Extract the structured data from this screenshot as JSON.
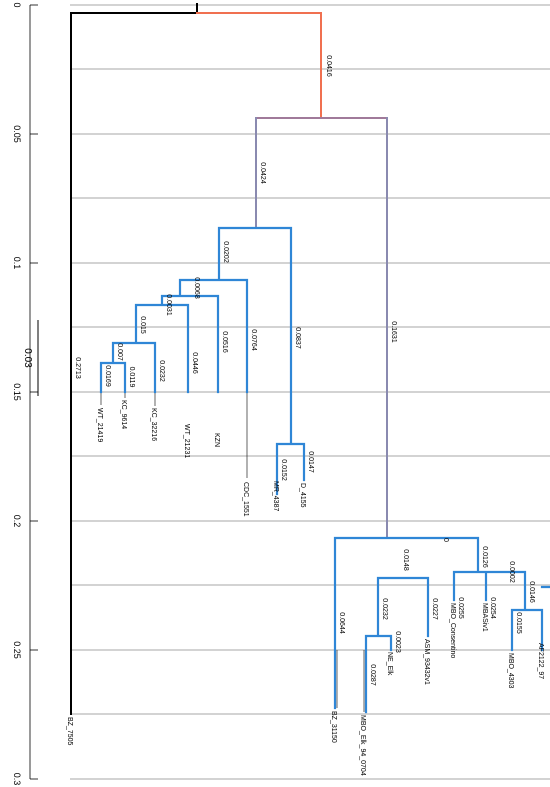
{
  "axis": {
    "ticks": [
      "0",
      "0.05",
      "0.1",
      "0.15",
      "0.2",
      "0.25",
      "0.3"
    ],
    "scale_bar_label": "0.03"
  },
  "colors": {
    "root": "#000000",
    "upper": "#f07050",
    "mid": "#9a7a9a",
    "clade": "#2f86d6",
    "grid": "#7f7f7f",
    "leader": "#333333"
  },
  "tree": {
    "leaves": [
      "BZ_7505",
      "WT_21419",
      "KC_9614",
      "KC_32216",
      "WT_21231",
      "KZN",
      "CDC_1551",
      "MR_4387",
      "D_4155",
      "BZ_31150",
      "MBO_Elk_94_0704",
      "NE_Elk",
      "ASM_93432v1",
      "MBO_Consentino",
      "MBASiv1",
      "MBO_4303",
      "AF2122_97"
    ],
    "branch_lengths": [
      "0.0416",
      "0.0424",
      "0.1631",
      "0.2713",
      "0.0202",
      "0.0837",
      "0.0068",
      "0.0764",
      "0.0031",
      "0.0516",
      "0.015",
      "0.0446",
      "0.007",
      "0.0232",
      "0.0169",
      "0.0119",
      "0.0152",
      "0.0147",
      "0.0644",
      "0",
      "0.0148",
      "0.0126",
      "0.0232",
      "0.0227",
      "0.0023",
      "0.0287",
      "0.0255",
      "0.0002",
      "0.0254",
      "0.0146",
      "0.0155"
    ]
  }
}
